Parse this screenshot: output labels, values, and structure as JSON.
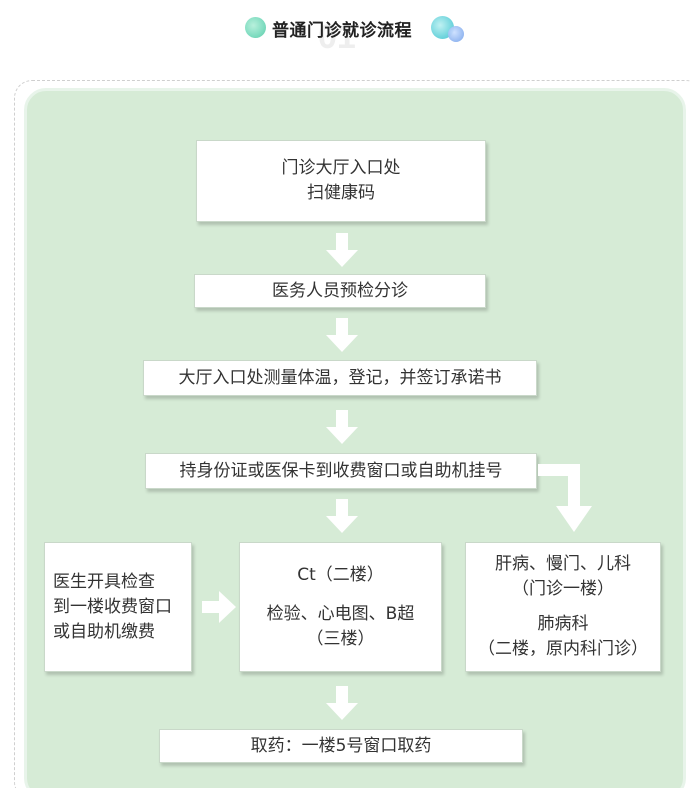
{
  "header": {
    "background_number": "01",
    "title": "普通门诊就诊流程"
  },
  "flow": {
    "step1": {
      "line1": "门诊大厅入口处",
      "line2": "扫健康码"
    },
    "step2": {
      "text": "医务人员预检分诊"
    },
    "step3": {
      "text": "大厅入口处测量体温，登记，并签订承诺书"
    },
    "step4": {
      "text": "持身份证或医保卡到收费窗口或自助机挂号"
    },
    "payment": {
      "line1": "医生开具检查",
      "line2": "到一楼收费窗口",
      "line3": "或自助机缴费"
    },
    "exams": {
      "line1": "Ct（二楼）",
      "line2": "检验、心电图、B超",
      "line3": "（三楼）"
    },
    "departments": {
      "line1": "肝病、慢门、儿科",
      "line2": "（门诊一楼）",
      "line3": "肺病科",
      "line4": "（二楼，原内科门诊）"
    },
    "pharmacy": {
      "text": "取药：一楼5号窗口取药"
    }
  },
  "colors": {
    "panel_background": "#d6ebd6",
    "arrow_fill": "#ffffff"
  }
}
